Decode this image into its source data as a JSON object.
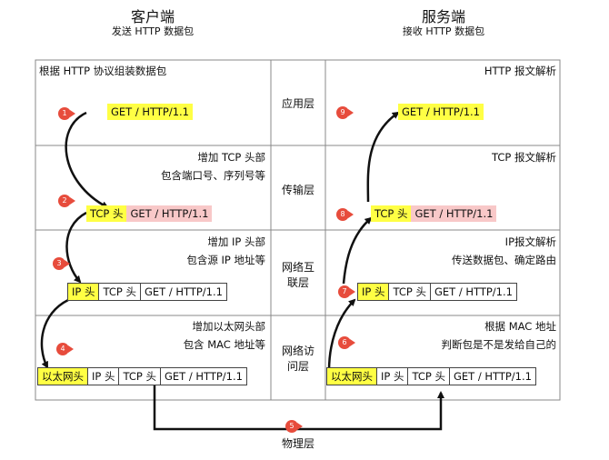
{
  "header": {
    "client_title": "客户端",
    "client_sub": "发送 HTTP 数据包",
    "server_title": "服务端",
    "server_sub": "接收 HTTP 数据包"
  },
  "layers": {
    "application": "应用层",
    "transport": "传输层",
    "network_1": "网络互",
    "network_2": "联层",
    "link_1": "网络访",
    "link_2": "问层",
    "physical": "物理层"
  },
  "client": {
    "app_note": "根据 HTTP 协议组装数据包",
    "tcp_note_1": "增加 TCP 头部",
    "tcp_note_2": "包含端口号、序列号等",
    "ip_note_1": "增加 IP 头部",
    "ip_note_2": "包含源 IP 地址等",
    "eth_note_1": "增加以太网头部",
    "eth_note_2": "包含 MAC 地址等"
  },
  "server": {
    "app_note": "HTTP 报文解析",
    "tcp_note": "TCP 报文解析",
    "ip_note_1": "IP报文解析",
    "ip_note_2": "传送数据包、确定路由",
    "eth_note_1": "根据 MAC 地址",
    "eth_note_2": "判断包是不是发给自己的"
  },
  "packet": {
    "http": "GET / HTTP/1.1",
    "tcp": "TCP 头",
    "ip": "IP 头",
    "eth": "以太网头"
  },
  "steps": [
    "1",
    "2",
    "3",
    "4",
    "5",
    "6",
    "7",
    "8",
    "9"
  ],
  "colors": {
    "highlight": "#ffff44",
    "pink": "#f8c8c8",
    "badge": "#e74c3c",
    "grid": "#888888"
  }
}
